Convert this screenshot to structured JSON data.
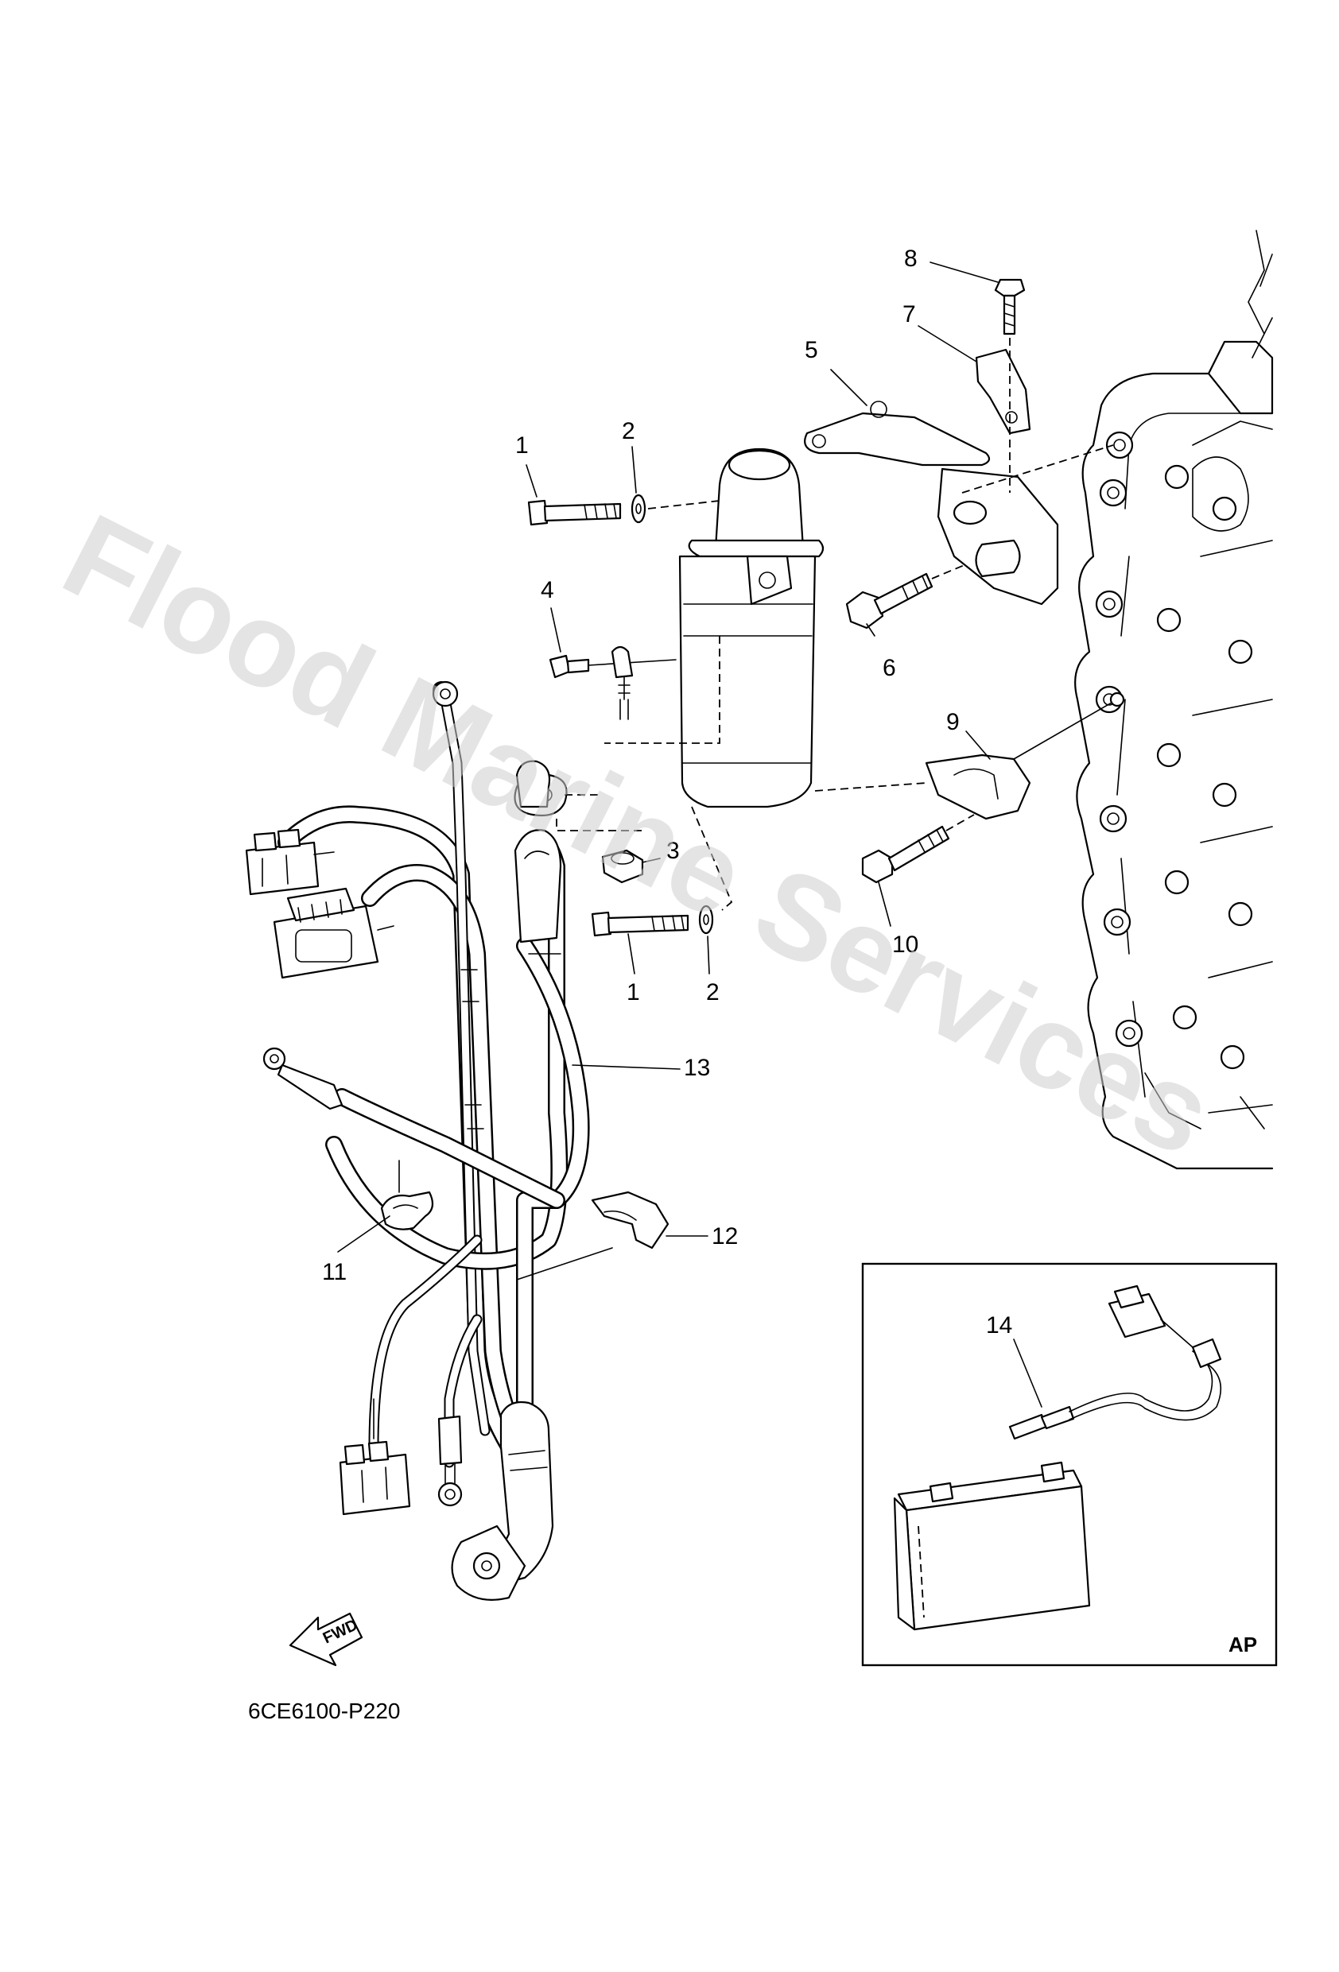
{
  "callouts": {
    "c1a": "1",
    "c2a": "2",
    "c4": "4",
    "c5": "5",
    "c6": "6",
    "c7": "7",
    "c8": "8",
    "c9": "9",
    "c3": "3",
    "c1b": "1",
    "c2b": "2",
    "c10": "10",
    "c13": "13",
    "c11": "11",
    "c12": "12",
    "c14": "14"
  },
  "diagram_code": "6CE6100-P220",
  "inset_label": "AP",
  "fwd_label": "FWD",
  "watermark": "Flood Marine Services"
}
